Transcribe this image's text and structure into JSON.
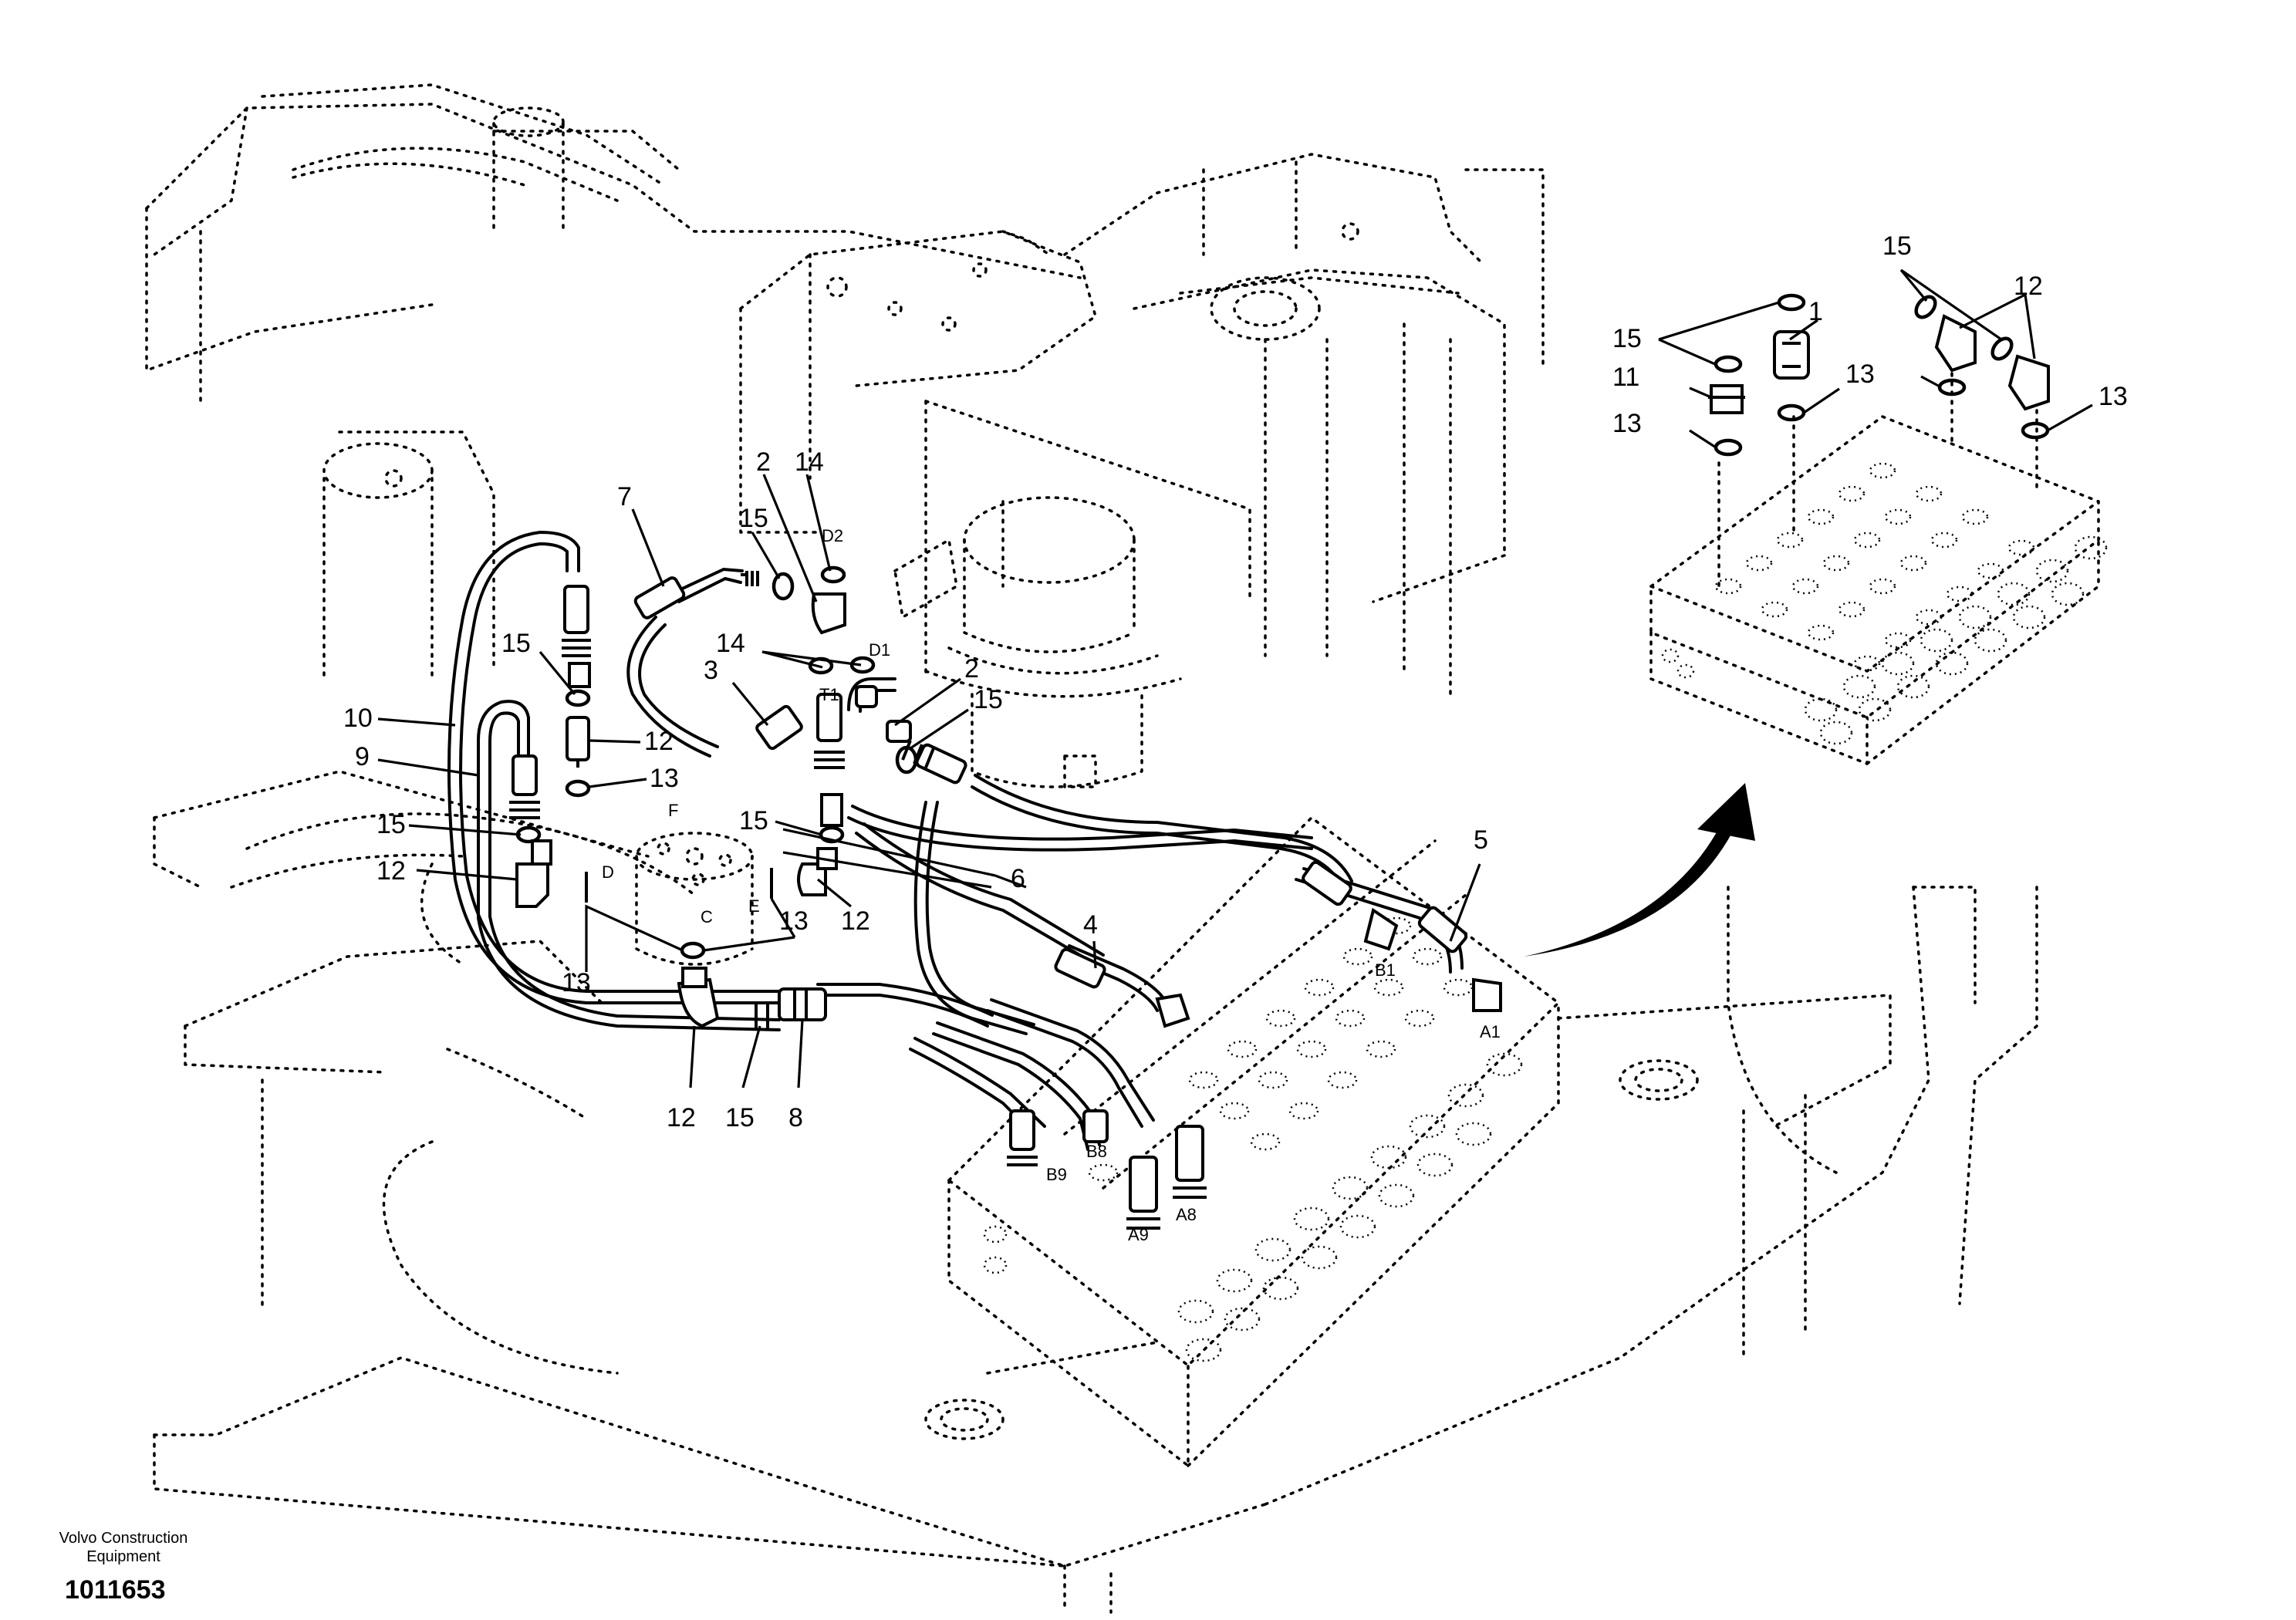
{
  "footer": {
    "company_line1": "Volvo Construction",
    "company_line2": "Equipment",
    "drawing_number": "1011653"
  },
  "callouts": {
    "c1": "1",
    "c2a": "2",
    "c2b": "2",
    "c3": "3",
    "c4": "4",
    "c5": "5",
    "c6": "6",
    "c7": "7",
    "c8": "8",
    "c9": "9",
    "c10": "10",
    "c11": "11",
    "c12a": "12",
    "c12b": "12",
    "c12c": "12",
    "c12d": "12",
    "c12e": "12",
    "c13a": "13",
    "c13b": "13",
    "c13c": "13",
    "c13d": "13",
    "c13e": "13",
    "c13f": "13",
    "c14a": "14",
    "c14b": "14",
    "c15a": "15",
    "c15b": "15",
    "c15c": "15",
    "c15d": "15",
    "c15e": "15",
    "c15f": "15",
    "c15g": "15",
    "c15h": "15"
  },
  "ports": {
    "D2": "D2",
    "D1": "D1",
    "T1": "T1",
    "F": "F",
    "D": "D",
    "C": "C",
    "E": "E",
    "B1": "B1",
    "A1": "A1",
    "B9": "B9",
    "B8": "B8",
    "A9": "A9",
    "A8": "A8"
  }
}
